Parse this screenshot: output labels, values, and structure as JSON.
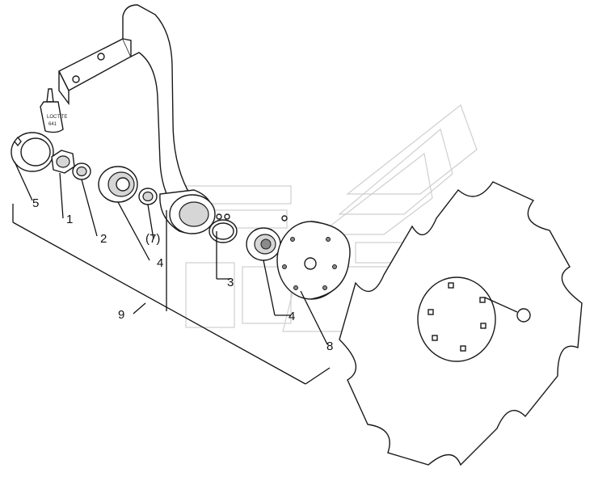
{
  "tube_text": [
    "LOCTITE",
    "641"
  ],
  "callouts": [
    {
      "id": "5",
      "text": "5"
    },
    {
      "id": "1",
      "text": "1"
    },
    {
      "id": "2",
      "text": "2"
    },
    {
      "id": "7",
      "text": "(7)"
    },
    {
      "id": "4a",
      "text": "4"
    },
    {
      "id": "3",
      "text": "3"
    },
    {
      "id": "4b",
      "text": "4"
    },
    {
      "id": "8",
      "text": "8"
    },
    {
      "id": "9",
      "text": "9"
    }
  ]
}
